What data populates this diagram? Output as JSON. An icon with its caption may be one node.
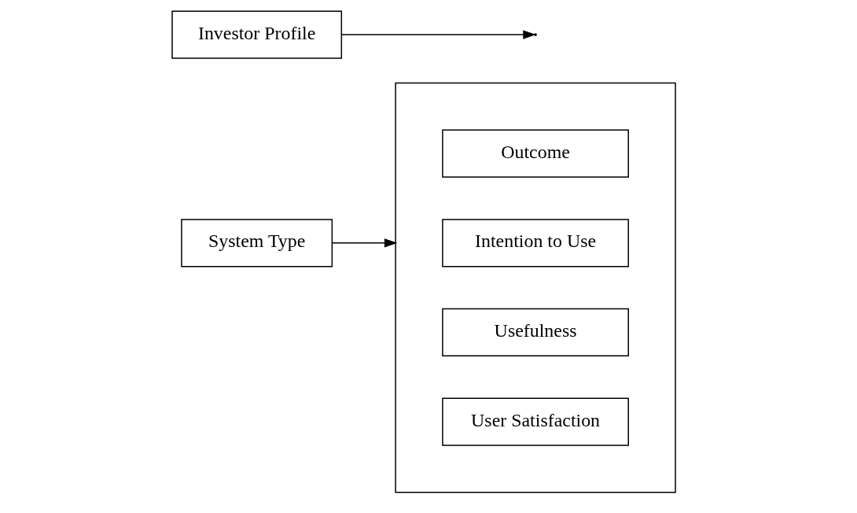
{
  "diagram": {
    "nodes": [
      {
        "text": [
          "System Type"
        ]
      },
      {
        "text": [
          "Investor Profile"
        ]
      },
      {
        "text": [],
        "shape": "box"
      },
      {
        "text": [
          "User Satisfaction"
        ],
        "in": 2
      },
      {
        "text": [
          "Usefulness"
        ],
        "in": 2
      },
      {
        "text": [
          "Intention to Use"
        ],
        "in": 2
      },
      {
        "text": [
          "Outcome"
        ],
        "in": 2
      }
    ],
    "edges": [
      {
        "from": 0,
        "to": 2,
        "arrow": "to"
      },
      {
        "from": 1,
        "to": null,
        "arrow": "to"
      }
    ]
  }
}
